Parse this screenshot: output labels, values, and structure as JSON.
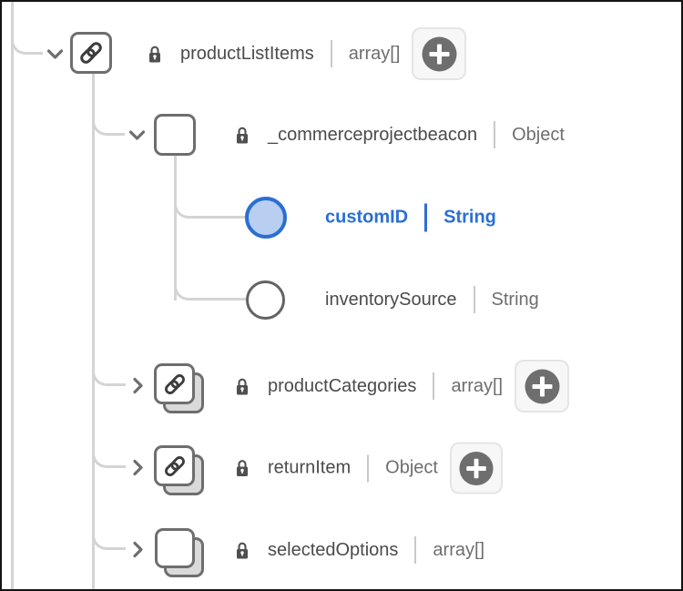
{
  "schema_tree": {
    "nodes": [
      {
        "name": "productListItems",
        "type": "array[]",
        "icon": "link-square-icon",
        "locked": true,
        "state": "expanded",
        "has_add_button": true,
        "selected": false
      },
      {
        "name": "_commerceprojectbeacon",
        "type": "Object",
        "icon": "square-icon",
        "locked": true,
        "state": "expanded",
        "has_add_button": false,
        "selected": false
      },
      {
        "name": "customID",
        "type": "String",
        "icon": "circle-icon",
        "locked": false,
        "state": "leaf",
        "has_add_button": false,
        "selected": true
      },
      {
        "name": "inventorySource",
        "type": "String",
        "icon": "circle-icon",
        "locked": false,
        "state": "leaf",
        "has_add_button": false,
        "selected": false
      },
      {
        "name": "productCategories",
        "type": "array[]",
        "icon": "link-square-stack-icon",
        "locked": true,
        "state": "collapsed",
        "has_add_button": true,
        "selected": false
      },
      {
        "name": "returnItem",
        "type": "Object",
        "icon": "link-square-stack-icon",
        "locked": true,
        "state": "collapsed",
        "has_add_button": true,
        "selected": false
      },
      {
        "name": "selectedOptions",
        "type": "array[]",
        "icon": "square-stack-icon",
        "locked": true,
        "state": "collapsed",
        "has_add_button": false,
        "selected": false
      }
    ]
  },
  "colors": {
    "selected_blue": "#2b6fd3",
    "selected_fill": "#b8cff2",
    "tree_line_gray": "#d4d4d4",
    "icon_border_gray": "#6e6e6e",
    "name_text": "#4b4b4b",
    "type_text": "#6e6e6e",
    "lock_gray": "#4f4f4f",
    "add_button_bg": "#f7f7f7",
    "add_button_border": "#e5e5e5",
    "add_circle_fill": "#6e6e6e"
  }
}
